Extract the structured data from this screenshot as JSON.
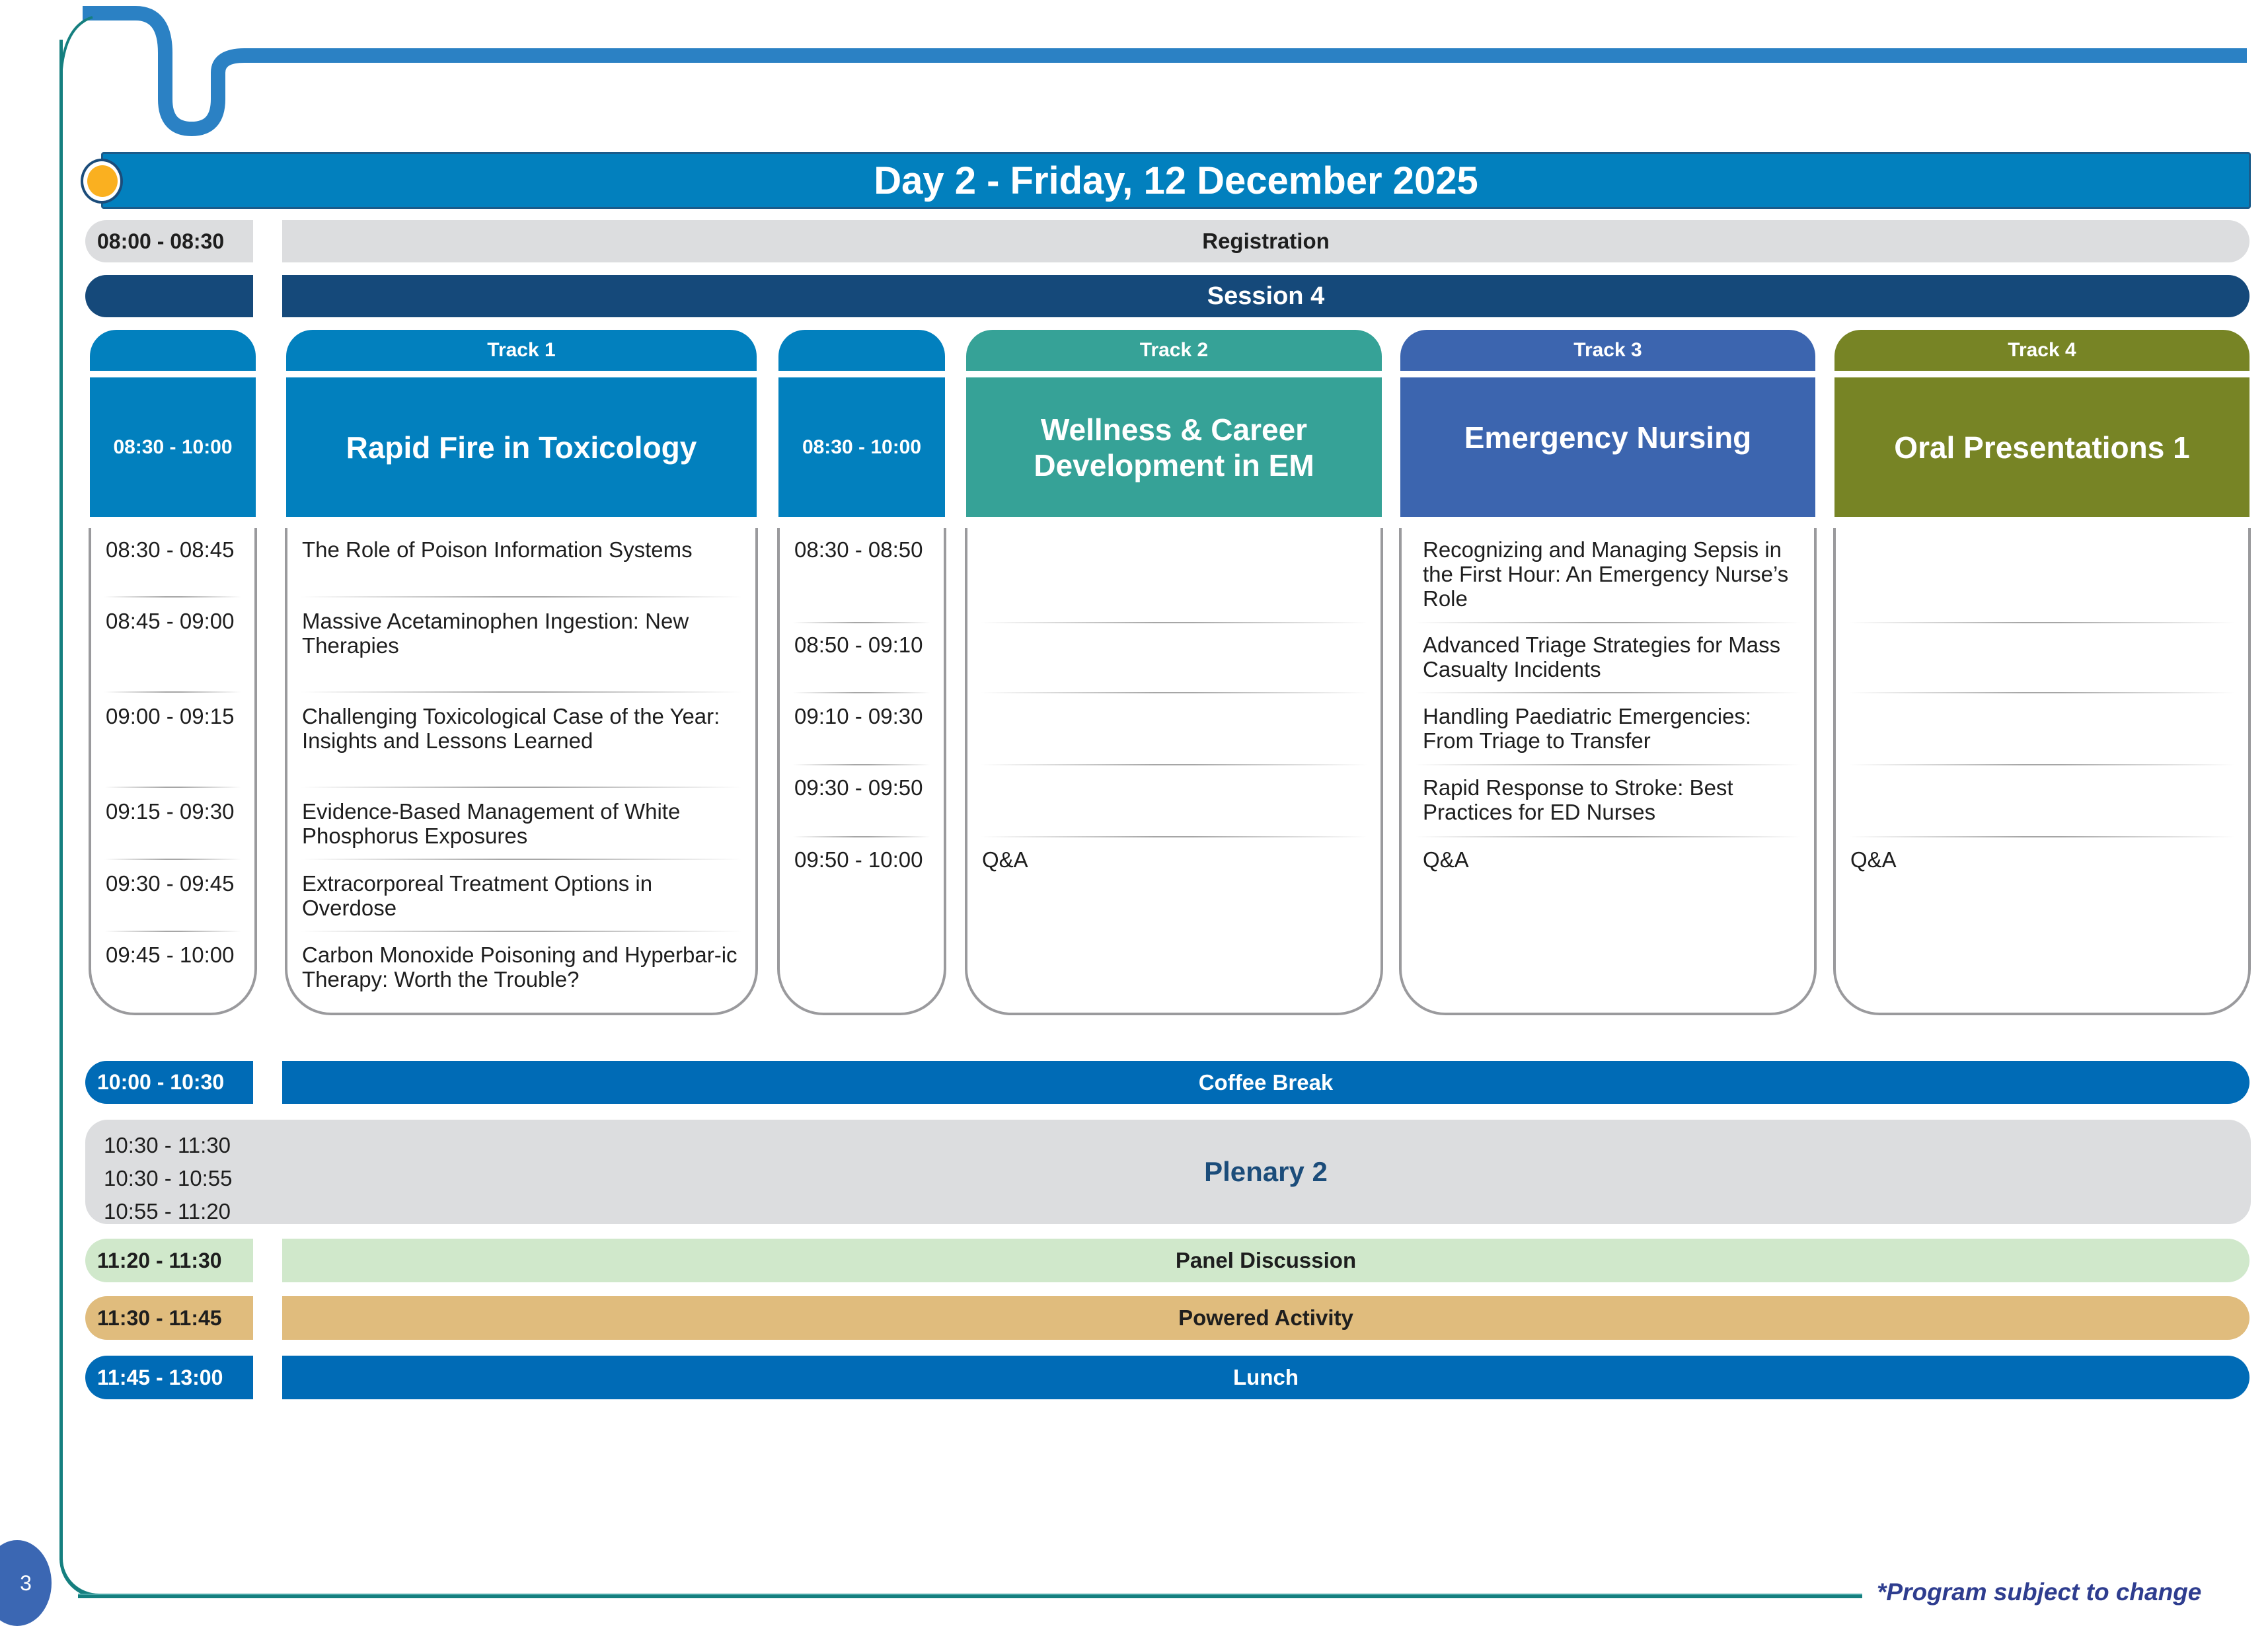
{
  "header": {
    "title": "Day 2 - Friday, 12 December 2025"
  },
  "colors": {
    "title_bar": "#0280be",
    "session_bar": "#15497a",
    "registration": "#dcdddf",
    "coffee_break": "#006bb6",
    "plenary": "#dcdddf",
    "panel": "#d0e8cb",
    "powered": "#e0bc7d",
    "lunch": "#006bb6",
    "track1": "#0280be",
    "track2": "#36a297",
    "track3": "#3c65af",
    "track4": "#778425",
    "accent_dot": "#fab020",
    "frame": "#157f7f",
    "footer_text": "#2e3d8f",
    "page_badge": "#3b67b3"
  },
  "registration": {
    "time": "08:00 - 08:30",
    "label": "Registration"
  },
  "session": {
    "label": "Session 4"
  },
  "time_columns": [
    {
      "header_time": "08:30 - 10:00",
      "slots": [
        "08:30 - 08:45",
        "08:45 - 09:00",
        "09:00 - 09:15",
        "09:15 - 09:30",
        "09:30 - 09:45",
        "09:45 - 10:00"
      ]
    },
    {
      "header_time": "08:30 - 10:00",
      "slots": [
        "08:30 - 08:50",
        "08:50 - 09:10",
        "09:10 - 09:30",
        "09:30 - 09:50",
        "09:50 - 10:00"
      ]
    }
  ],
  "tracks": [
    {
      "label": "Track 1",
      "title": "Rapid Fire in Toxicology",
      "talks": [
        "The Role of Poison Information Systems",
        "Massive Acetaminophen Ingestion: New Therapies",
        "Challenging Toxicological Case of the Year: Insights and Lessons Learned",
        "Evidence-Based Management of White Phosphorus Exposures",
        "Extracorporeal Treatment Options in Overdose",
        "Carbon Monoxide Poisoning and Hyperbar-ic Therapy: Worth the Trouble?"
      ]
    },
    {
      "label": "Track 2",
      "title": "Wellness & Career Development in EM",
      "talks": [
        "",
        "",
        "",
        "",
        "Q&A"
      ]
    },
    {
      "label": "Track 3",
      "title": "Emergency Nursing",
      "talks": [
        "Recognizing and Managing Sepsis in the First Hour: An Emergency Nurse’s Role",
        "Advanced Triage Strategies for Mass Casualty Incidents",
        "Handling Paediatric Emergencies: From Triage to Transfer",
        "Rapid Response to Stroke: Best Practices for ED Nurses",
        "Q&A"
      ]
    },
    {
      "label": "Track 4",
      "title": "Oral Presentations 1",
      "talks": [
        "",
        "",
        "",
        "",
        "Q&A"
      ]
    }
  ],
  "coffee_break": {
    "time": "10:00 - 10:30",
    "label": "Coffee Break"
  },
  "plenary": {
    "times": [
      "10:30 - 11:30",
      "10:30 - 10:55",
      "10:55 - 11:20"
    ],
    "label": "Plenary 2"
  },
  "panel": {
    "time": "11:20 - 11:30",
    "label": "Panel Discussion"
  },
  "powered": {
    "time": "11:30 - 11:45",
    "label": "Powered Activity"
  },
  "lunch": {
    "time": "11:45 - 13:00",
    "label": "Lunch"
  },
  "footer": {
    "note": "*Program subject to change",
    "page_number": "3"
  }
}
